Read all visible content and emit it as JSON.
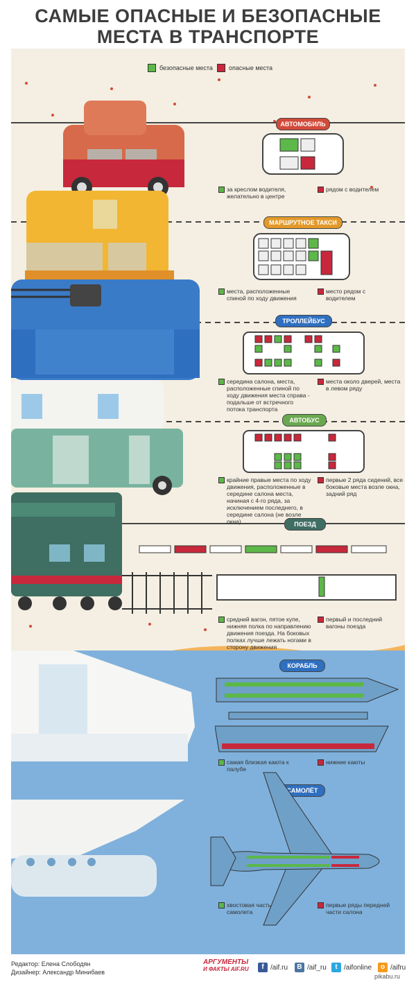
{
  "title": {
    "line1": "САМЫЕ ОПАСНЫЕ И БЕЗОПАСНЫЕ",
    "line2": "МЕСТА В ТРАНСПОРТЕ"
  },
  "legend": {
    "safe": "безопасные места",
    "danger": "опасные места"
  },
  "colors": {
    "safe": "#5cb848",
    "danger": "#c8283c",
    "label_red": "#d24a3a",
    "label_blue": "#2f6fc0",
    "label_green": "#6aa84f",
    "label_teal": "#3f6e62",
    "sea": "#7fb1dc"
  },
  "sections": {
    "car": {
      "label": "АВТОМОБИЛЬ",
      "safe_note": "за креслом водителя, желательно в центре",
      "danger_note": "рядом с водителем"
    },
    "taxi": {
      "label": "МАРШРУТНОЕ ТАКСИ",
      "safe_note": "места, расположенные спиной по ходу движения",
      "danger_note": "место рядом с водителем"
    },
    "trolley": {
      "label": "ТРОЛЛЕЙБУС",
      "safe_note": "середина салона, места, расположенные спиной по ходу движения места справа - подальше от встречного потока транспорта",
      "danger_note": "места около дверей, места в левом ряду"
    },
    "bus": {
      "label": "АВТОБУС",
      "safe_note": "крайние правые места по ходу движения, расположенные в середине салона места, начиная с 4-го ряда, за исключением последнего, в середине салона (не возле окна)",
      "danger_note": "первые 2 ряда сидений, все боковые места возле окна, задний ряд"
    },
    "train": {
      "label": "ПОЕЗД",
      "safe_note": "средний вагон, пятое купе, нижняя полка по направлению движения поезда. На боковых полках лучше лежать ногами в сторону движения",
      "danger_note": "первый и последний вагоны поезда"
    },
    "ship": {
      "label": "КОРАБЛЬ",
      "safe_note": "самая близкая каюта к палубе",
      "danger_note": "нижние каюты"
    },
    "plane": {
      "label": "САМОЛЁТ",
      "safe_note": "хвостовая часть самолета",
      "danger_note": "первые ряды передней части салона"
    }
  },
  "footer": {
    "editor": "Редактор: Елена Слободян",
    "designer": "Дизайнер: Александр Минибаев",
    "logo_top": "АРГУМЕНТЫ",
    "logo_bottom": "И ФАКТЫ AIF.RU",
    "fb": "/aif.ru",
    "vk": "/aif_ru",
    "tw": "/aifonline",
    "ok": "/aifru",
    "watermark": "pikabu.ru"
  }
}
